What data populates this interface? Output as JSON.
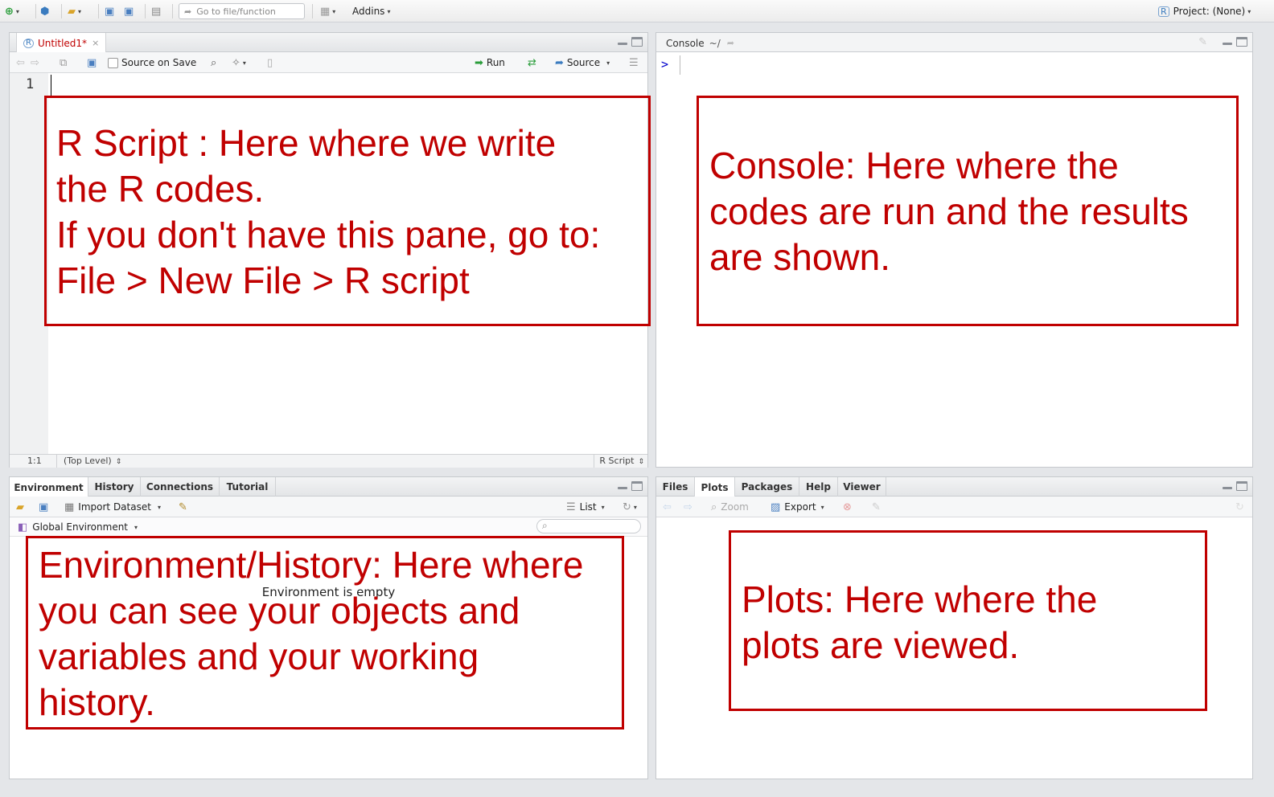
{
  "main_toolbar": {
    "go_to_placeholder": "Go to file/function",
    "addins_label": "Addins",
    "project_label": "Project: (None)"
  },
  "editor": {
    "tab_label": "Untitled1*",
    "source_on_save_label": "Source on Save",
    "run_label": "Run",
    "source_label": "Source",
    "line_number": "1",
    "cursor_pos": "1:1",
    "scope_label": "(Top Level)",
    "file_type_label": "R Script"
  },
  "console": {
    "title": "Console",
    "path": "~/",
    "prompt": ">"
  },
  "environment": {
    "tabs": [
      "Environment",
      "History",
      "Connections",
      "Tutorial"
    ],
    "import_dataset_label": "Import Dataset",
    "list_label": "List",
    "scope_label": "Global Environment",
    "empty_message": "Environment is empty"
  },
  "files": {
    "tabs": [
      "Files",
      "Plots",
      "Packages",
      "Help",
      "Viewer"
    ],
    "zoom_label": "Zoom",
    "export_label": "Export"
  },
  "annotations": {
    "script": [
      "R Script : Here where we write",
      "the R codes.",
      "If you don't have this pane, go to:",
      "File > New File > R script"
    ],
    "console": [
      "Console: Here where the",
      "codes are run and the results",
      "are shown."
    ],
    "environment": [
      "Environment/History: Here where",
      "you can see your objects and",
      "variables and your working",
      "history."
    ],
    "plots": [
      "Plots: Here where the",
      "plots are viewed."
    ]
  },
  "colors": {
    "annotation": "#c00000",
    "active_tab_text": "#c00000",
    "prompt": "#0000cc"
  }
}
